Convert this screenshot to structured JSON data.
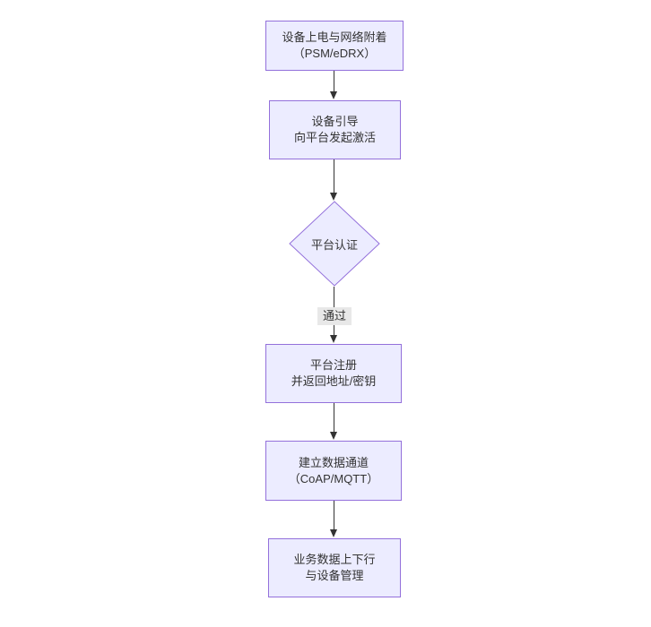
{
  "diagram": {
    "type": "flowchart",
    "direction": "top-down",
    "colors": {
      "node_fill": "#ECECFF",
      "node_border": "#9370DB",
      "text": "#333333",
      "edge": "#333333",
      "edge_label_bg": "#e8e8e8",
      "background": "#ffffff"
    },
    "nodes": [
      {
        "id": "power_attach",
        "shape": "rect",
        "lines": [
          "设备上电与网络附着",
          "（PSM/eDRX）"
        ]
      },
      {
        "id": "bootstrap",
        "shape": "rect",
        "lines": [
          "设备引导",
          "向平台发起激活"
        ]
      },
      {
        "id": "platform_auth",
        "shape": "diamond",
        "lines": [
          "平台认证"
        ]
      },
      {
        "id": "platform_register",
        "shape": "rect",
        "lines": [
          "平台注册",
          "并返回地址/密钥"
        ]
      },
      {
        "id": "data_channel",
        "shape": "rect",
        "lines": [
          "建立数据通道",
          "（CoAP/MQTT）"
        ]
      },
      {
        "id": "business_data",
        "shape": "rect",
        "lines": [
          "业务数据上下行",
          "与设备管理"
        ]
      }
    ],
    "edges": [
      {
        "from": "power_attach",
        "to": "bootstrap",
        "label": ""
      },
      {
        "from": "bootstrap",
        "to": "platform_auth",
        "label": ""
      },
      {
        "from": "platform_auth",
        "to": "platform_register",
        "label": "通过"
      },
      {
        "from": "platform_register",
        "to": "data_channel",
        "label": ""
      },
      {
        "from": "data_channel",
        "to": "business_data",
        "label": ""
      }
    ]
  }
}
